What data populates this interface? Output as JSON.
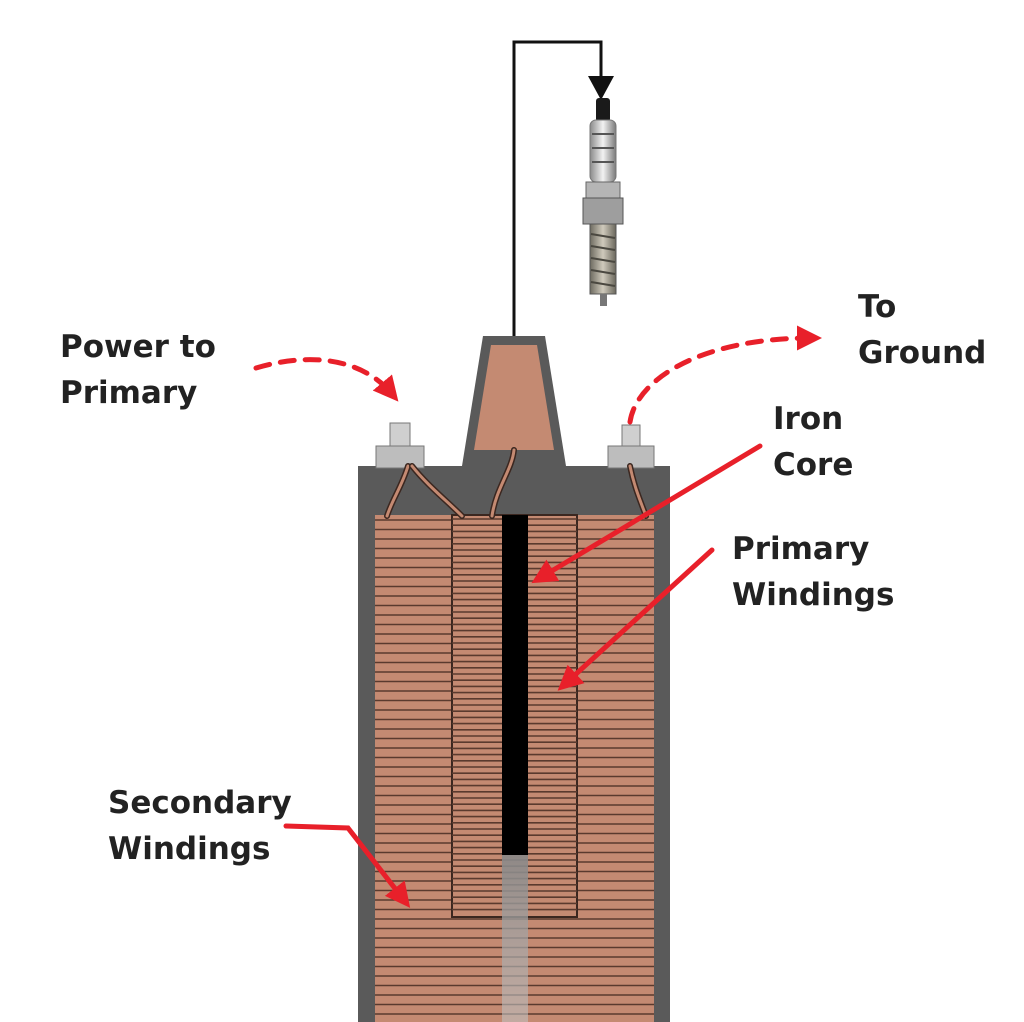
{
  "labels": {
    "power_to_primary": [
      "Power to",
      "Primary"
    ],
    "to_ground": [
      "To",
      "Ground"
    ],
    "iron_core": [
      "Iron",
      "Core"
    ],
    "primary_windings": [
      "Primary",
      "Windings"
    ],
    "secondary_windings": [
      "Secondary",
      "Windings"
    ]
  },
  "colors": {
    "arrow": "#e8202a",
    "copper": "#c48a72",
    "copper_line": "#5a3a2e",
    "housing": "#5a5a5a",
    "core": "#000000",
    "terminal": "#bdbdbd",
    "wire": "#111111",
    "text": "#222222"
  }
}
